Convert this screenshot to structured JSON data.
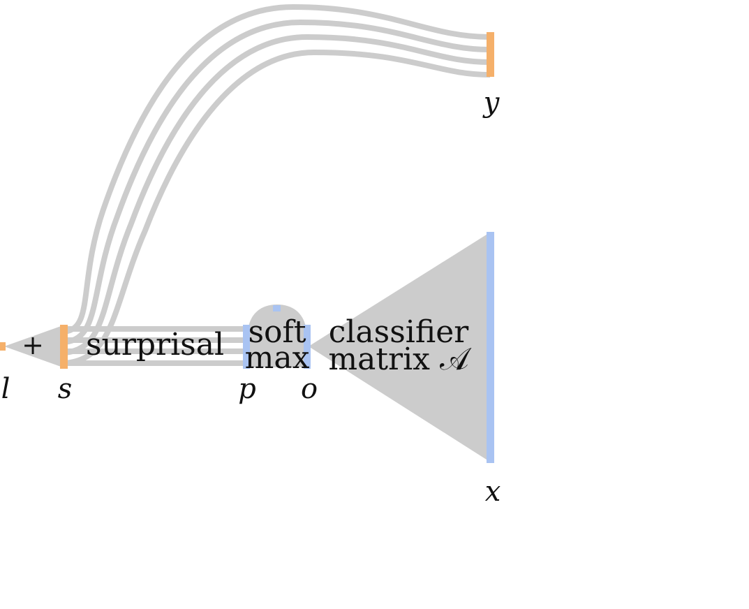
{
  "colors": {
    "background": "#ffffff",
    "block_gray": "#cccccc",
    "wire_gray": "#cccccc",
    "orange": "#f5b06a",
    "blue": "#a9c3f2",
    "text": "#111111"
  },
  "variables": {
    "l": "l",
    "s": "s",
    "p": "p",
    "o": "o",
    "x": "x",
    "y": "y"
  },
  "operations": {
    "sum": "+",
    "surprisal": "surprisal",
    "softmax_line1": "soft",
    "softmax_line2": "max",
    "classifier_line1": "classifier",
    "classifier_line2": "matrix 𝒜"
  }
}
